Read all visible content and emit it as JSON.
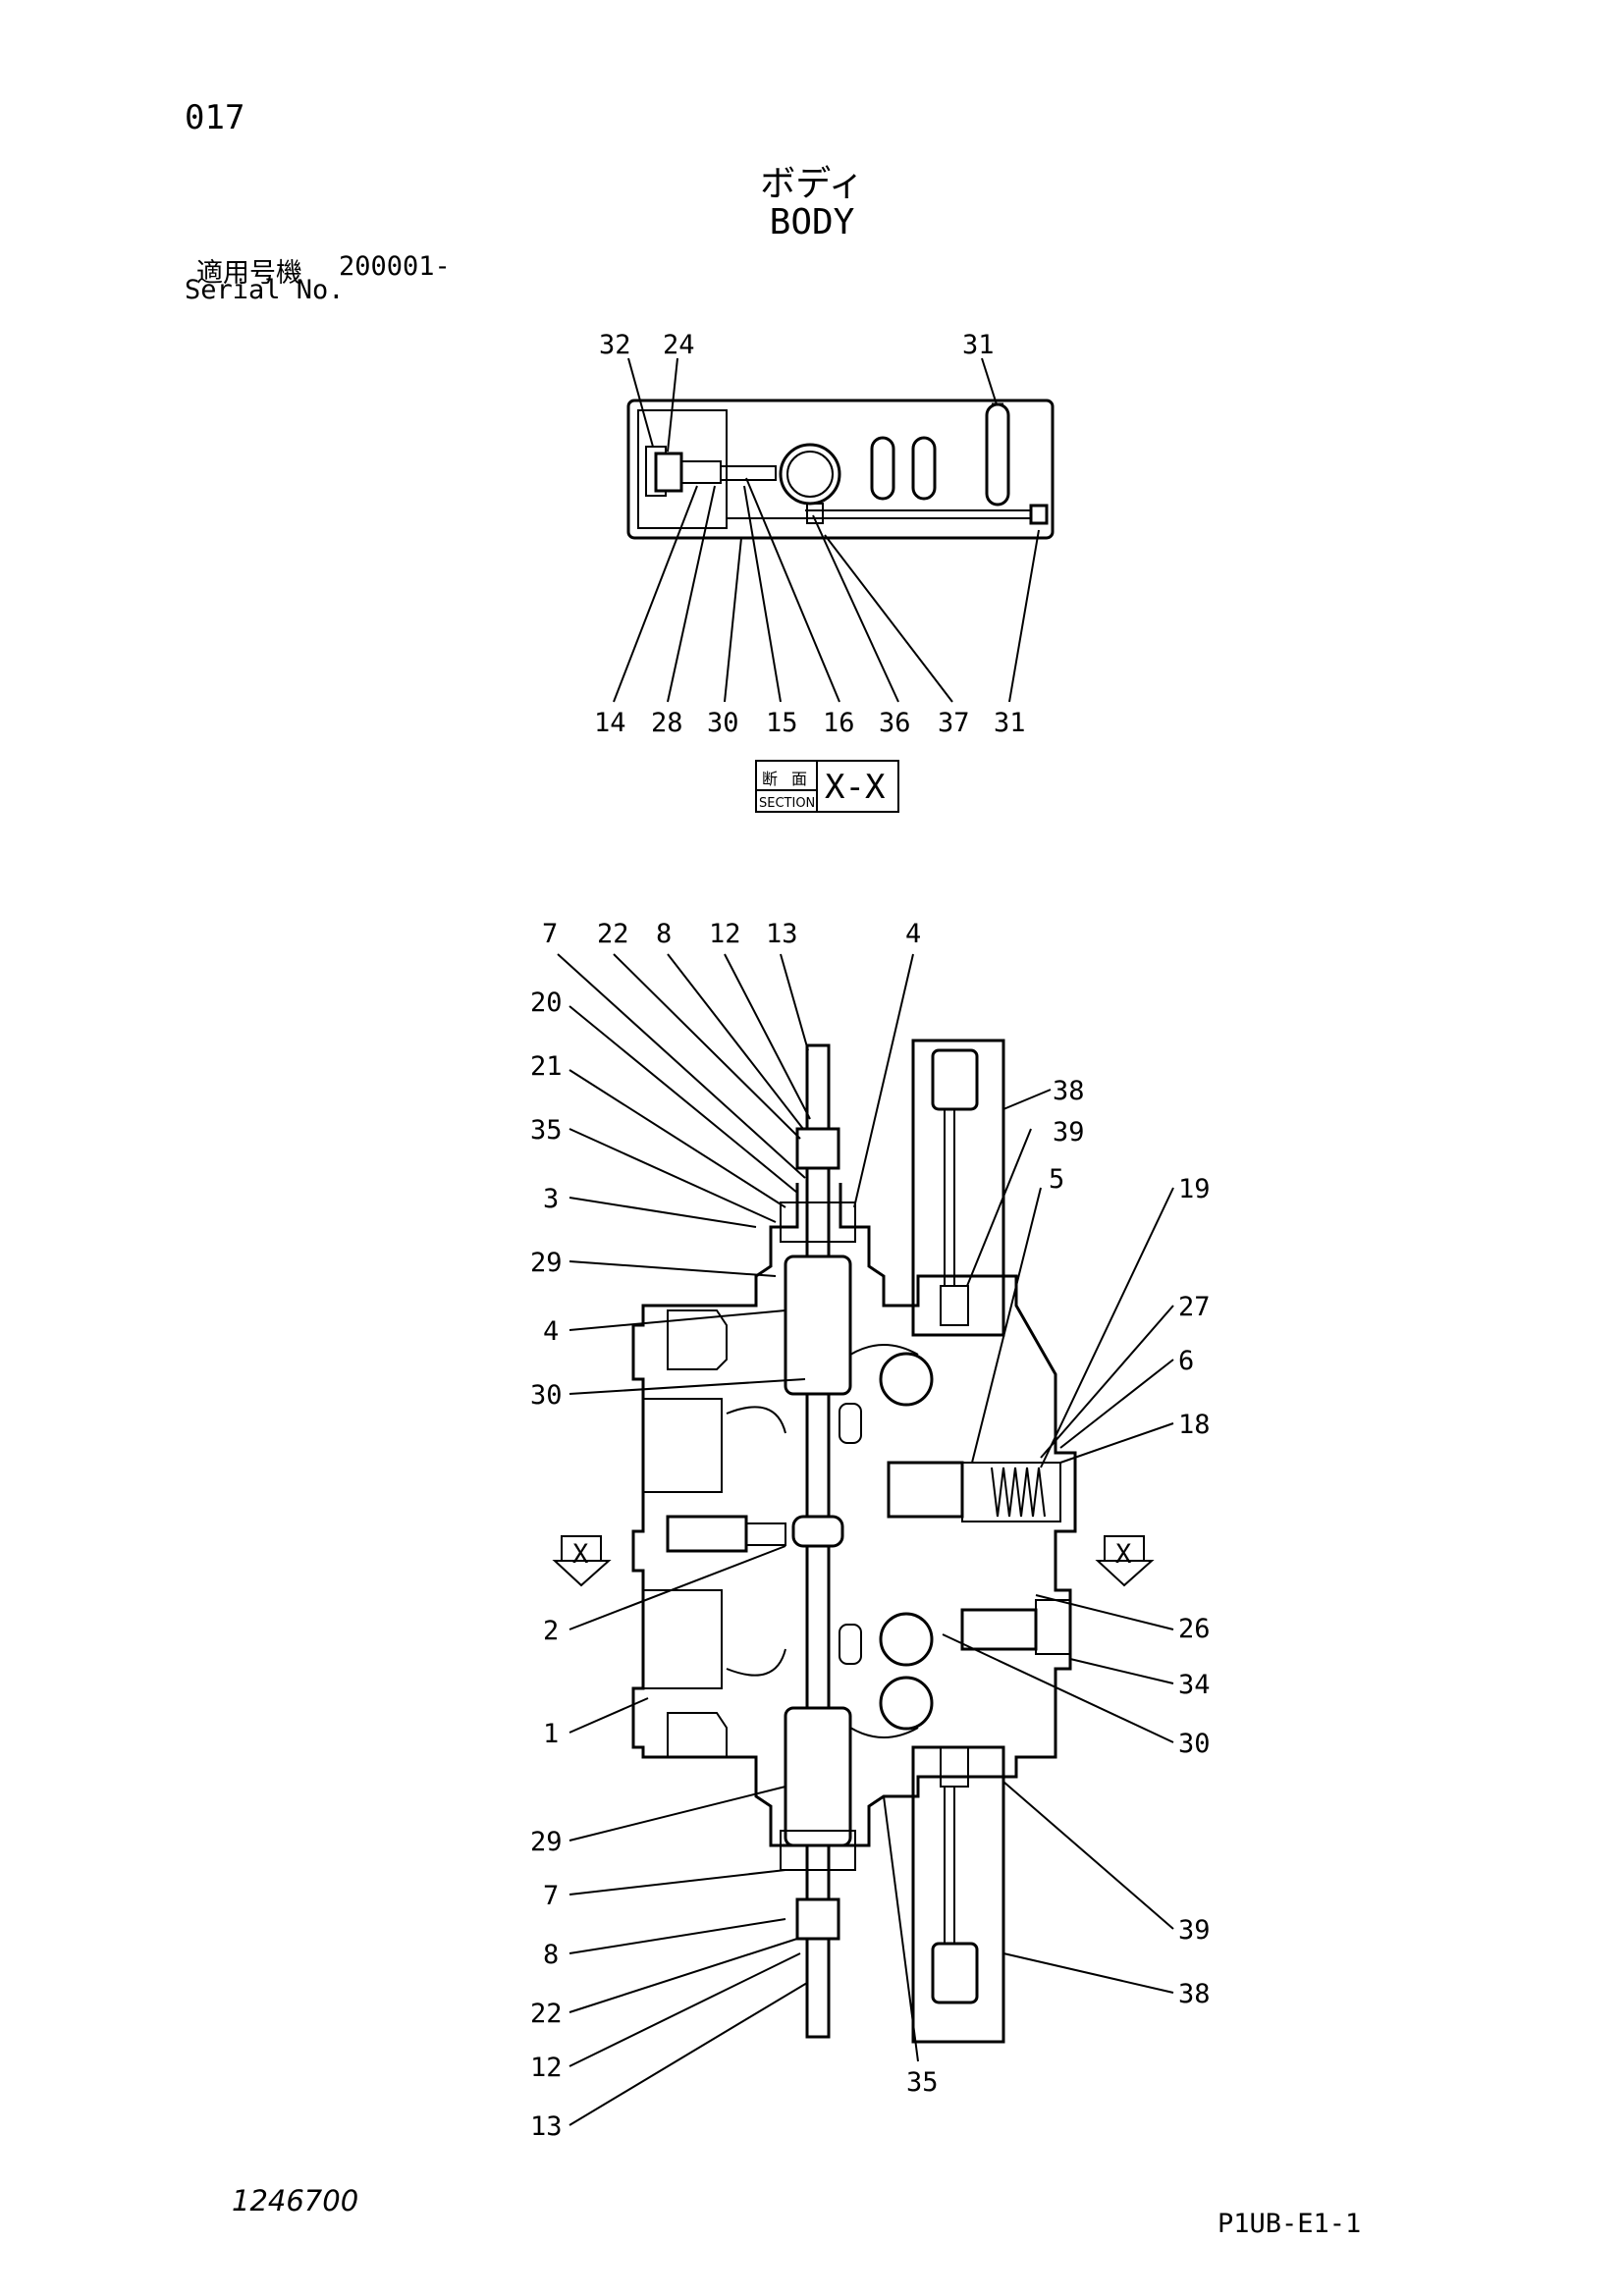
{
  "page": {
    "number": "017",
    "title_jp": "ボディ",
    "title_en": "BODY",
    "serial_label_jp": "適用号機",
    "serial_value": "200001-",
    "serial_label_en": "Serial No.",
    "drawing_number": "1246700",
    "sheet_code": "P1UB-E1-1"
  },
  "section_view": {
    "section_label_jp_1": "断",
    "section_label_jp_2": "面",
    "section_label_en": "SECTION",
    "section_name": "X-X",
    "top_callouts": [
      "32",
      "24",
      "31"
    ],
    "bottom_callouts": [
      "14",
      "28",
      "30",
      "15",
      "16",
      "36",
      "37",
      "31"
    ]
  },
  "main_view": {
    "top_callouts": [
      "7",
      "22",
      "8",
      "12",
      "13",
      "4"
    ],
    "left_callouts": [
      "20",
      "21",
      "35",
      "3",
      "29",
      "4",
      "30",
      "2",
      "1",
      "29",
      "7",
      "8",
      "22",
      "12",
      "13"
    ],
    "right_callouts": [
      "38",
      "39",
      "5",
      "19",
      "27",
      "6",
      "18",
      "26",
      "34",
      "30",
      "39",
      "38"
    ],
    "bottom_callouts": [
      "35"
    ],
    "section_markers": [
      "X",
      "X"
    ]
  }
}
